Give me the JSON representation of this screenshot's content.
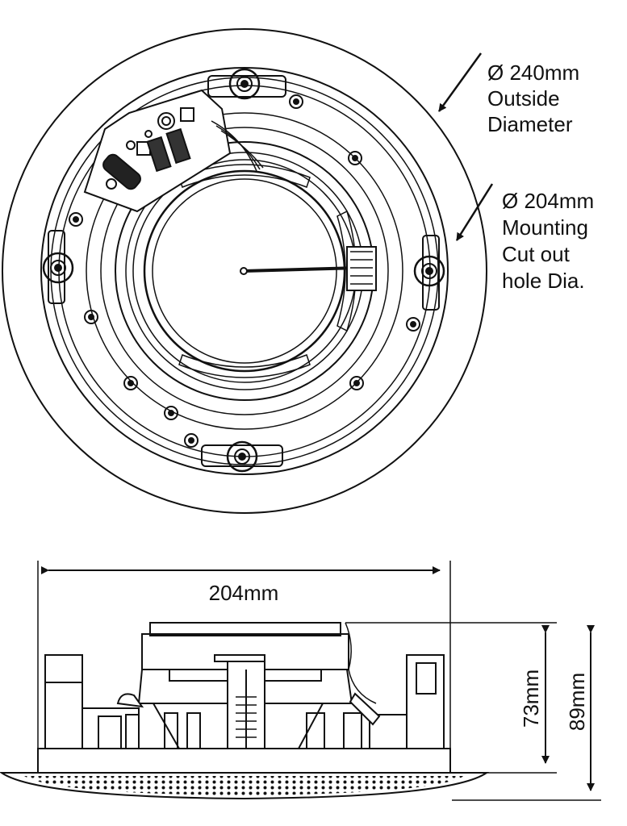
{
  "top_view": {
    "outside_label": {
      "line1": "Ø 240mm",
      "line2": "Outside",
      "line3": "Diameter"
    },
    "cutout_label": {
      "line1": "Ø 204mm",
      "line2": "Mounting",
      "line3": "Cut out",
      "line4": "hole Dia."
    }
  },
  "side_view": {
    "width_dim": "204mm",
    "depth_dim": "73mm",
    "height_dim": "89mm"
  }
}
